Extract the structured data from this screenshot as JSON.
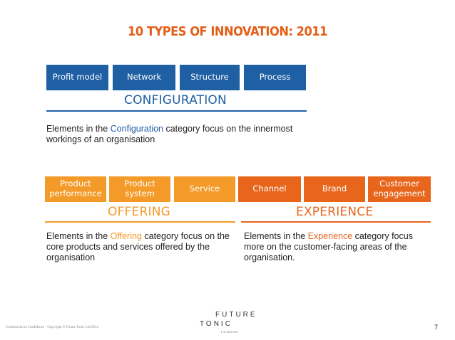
{
  "title": "10 TYPES OF INNOVATION: 2011",
  "configuration": {
    "boxes": [
      "Profit model",
      "Network",
      "Structure",
      "Process"
    ],
    "label": "CONFIGURATION",
    "description": {
      "before": "Elements in the ",
      "highlight": "Configuration",
      "after": " category focus on the innermost workings of an organisation"
    }
  },
  "offering": {
    "boxes": [
      {
        "line1": "Product",
        "line2": "performance"
      },
      {
        "line1": "Product",
        "line2": "system"
      },
      {
        "line1": "Service",
        "line2": ""
      }
    ],
    "label": "OFFERING",
    "description": {
      "before": "Elements in the ",
      "highlight": "Offering",
      "after": " category focus on the core products and services offered by the organisation"
    }
  },
  "experience": {
    "boxes": [
      {
        "line1": "Channel",
        "line2": ""
      },
      {
        "line1": "Brand",
        "line2": ""
      },
      {
        "line1": "Customer",
        "line2": "engagement"
      }
    ],
    "label": "EXPERIENCE",
    "description": {
      "before": "Elements in the ",
      "highlight": "Experience",
      "after": " category focus more on the customer-facing areas of the organisation."
    }
  },
  "footer": {
    "copyright": "Commercial in Confidence - Copyright © Future Tonic Ltd 2014",
    "logo_line1": "FUTURE",
    "logo_line2": "TONIC",
    "logo_sub": "LONDON",
    "page_number": "7"
  },
  "colors": {
    "title": "#e35f17",
    "configuration": "#1f5fa4",
    "offering": "#f49a28",
    "experience": "#e7661c"
  }
}
